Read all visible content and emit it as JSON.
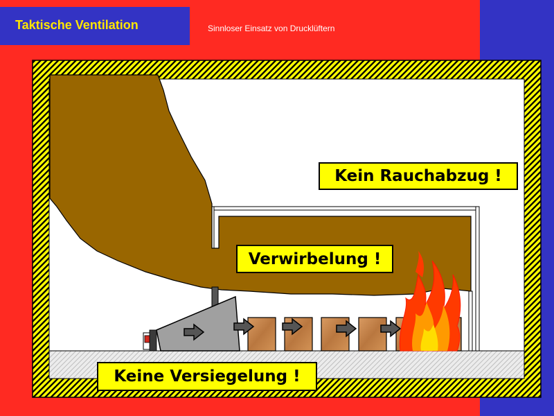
{
  "header": {
    "title": "Taktische Ventilation",
    "subtitle": "Sinnloser Einsatz von Drucklüftern"
  },
  "labels": {
    "rauchabzug": "Kein Rauchabzug !",
    "verwirbelung": "Verwirbelung !",
    "versiegelung": "Keine Versiegelung !"
  },
  "colors": {
    "background": "#ff2a22",
    "title_box": "#3333c4",
    "title_text": "#ffe600",
    "smoke": "#996600",
    "label_bg": "#ffff00",
    "hatch": "#ffff00",
    "floor": "#e4e4e4",
    "fan": "#a0a0a0",
    "crate": "#c98a55",
    "arrow": "#555555"
  },
  "icons": {
    "fan": "pressure-fan-icon",
    "flow_arrow": "arrow-right-icon",
    "fire": "fire-icon"
  }
}
